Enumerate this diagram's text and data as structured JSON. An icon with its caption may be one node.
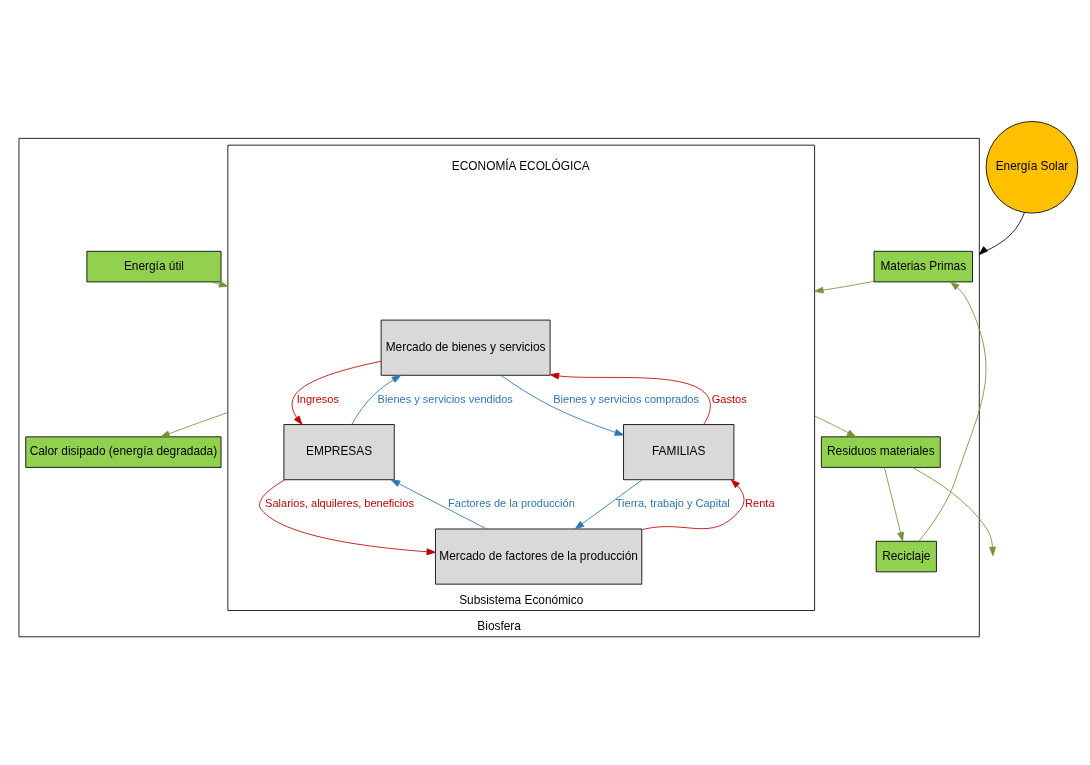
{
  "diagram": {
    "nodes": [
      {
        "text": [
          "Biosfera"
        ]
      },
      {
        "text": [
          "Energía Solar"
        ]
      },
      {
        "text": [
          "Materias Primas"
        ],
        "in": 0
      },
      {
        "text": [
          "Reciclaje"
        ],
        "in": 0
      },
      {
        "text": [
          "Residuos materiales"
        ],
        "in": 0
      },
      {
        "text": [
          "Subsistema Económico"
        ],
        "in": 0
      },
      {
        "text": [
          "Mercado de bienes y servicios"
        ],
        "in": 5
      },
      {
        "text": [
          "EMPRESAS"
        ],
        "in": 5
      },
      {
        "text": [
          "FAMILIAS"
        ],
        "in": 5
      },
      {
        "text": [
          "Mercado de factores de la producción"
        ],
        "in": 5
      },
      {
        "text": [
          "Energía útil"
        ],
        "in": 0
      },
      {
        "text": [
          "Calor disipado (energía degradada)"
        ],
        "in": 0
      }
    ],
    "edges": [
      {
        "from": 1,
        "to": 0,
        "arrow": "to",
        "color": "#000000"
      },
      {
        "from": 4,
        "to": 3,
        "arrow": "to"
      },
      {
        "from": 3,
        "to": 2,
        "arrow": "to"
      },
      {
        "from": 4,
        "to": null,
        "arrow": "to"
      },
      {
        "from": 2,
        "to": 5,
        "arrow": "to"
      },
      {
        "from": 10,
        "to": 5,
        "arrow": "to"
      },
      {
        "from": 5,
        "to": 4,
        "arrow": "to"
      },
      {
        "from": 5,
        "to": 11,
        "arrow": "to"
      },
      {
        "from": 6,
        "to": 7,
        "arrow": "to",
        "label": "Ingresos",
        "color": "#c00000"
      },
      {
        "from": 7,
        "to": 6,
        "arrow": "to",
        "label": "Bienes y servicios vendidos",
        "color": "#2e75b6"
      },
      {
        "from": 6,
        "to": 8,
        "arrow": "to",
        "label": "Bienes y servicios comprados",
        "color": "#2e75b6"
      },
      {
        "from": 8,
        "to": 6,
        "arrow": "to",
        "label": "Gastos",
        "color": "#c00000"
      },
      {
        "from": 7,
        "to": 9,
        "arrow": "to",
        "label": "Salarios, alquileres, beneficios",
        "color": "#c00000"
      },
      {
        "from": 9,
        "to": 7,
        "arrow": "to",
        "label": "Factores de la producción",
        "color": "#2e75b6"
      },
      {
        "from": 8,
        "to": 9,
        "arrow": "to",
        "label": "Tierra, trabajo y Capital",
        "color": "#2e75b6"
      },
      {
        "from": 9,
        "to": 8,
        "arrow": "to",
        "label": "Renta",
        "color": "#c00000"
      }
    ],
    "labels": [
      "ECONOMÍA ECOLÓGICA"
    ]
  }
}
